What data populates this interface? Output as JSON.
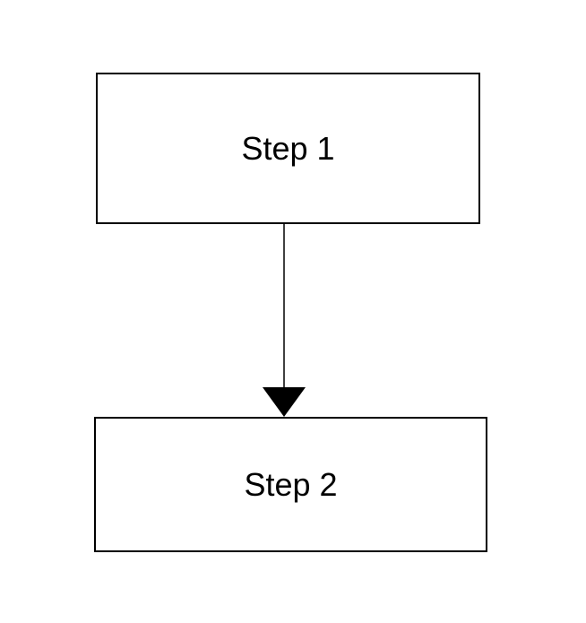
{
  "diagram": {
    "type": "flowchart",
    "steps": [
      {
        "id": "step-1",
        "label": "Step 1"
      },
      {
        "id": "step-2",
        "label": "Step 2"
      }
    ],
    "connections": [
      {
        "from": "step-1",
        "to": "step-2",
        "arrow": "filled-triangle"
      }
    ],
    "colors": {
      "stroke": "#000000",
      "fill": "#ffffff",
      "text": "#000000"
    }
  }
}
